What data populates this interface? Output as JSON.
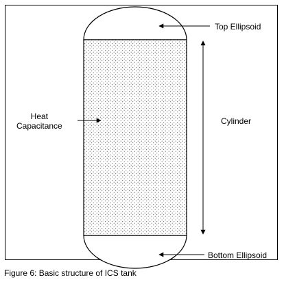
{
  "labels": {
    "top_ellipsoid": "Top Ellipsoid",
    "heat_line1": "Heat",
    "heat_line2": "Capacitance",
    "cylinder": "Cylinder",
    "bottom_ellipsoid": "Bottom Ellipsoid"
  },
  "caption": "Figure 6:  Basic structure of ICS tank"
}
